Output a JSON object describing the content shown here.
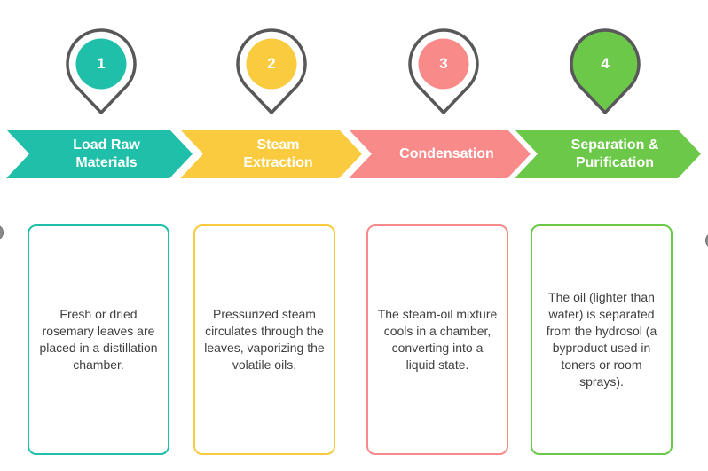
{
  "palette": {
    "teal": "#20BFA9",
    "yellow": "#FACB3E",
    "coral": "#F88A8A",
    "green": "#6CC849",
    "pin_outline": "#58585A",
    "body_text": "#3F3F3F"
  },
  "steps": [
    {
      "number": "1",
      "label": "Load Raw Materials",
      "description": "Fresh or dried rosemary leaves are placed in a distillation chamber.",
      "color": "#20BFA9",
      "pin_style": "outlined"
    },
    {
      "number": "2",
      "label": "Steam Extraction",
      "description": "Pressurized steam circulates through the leaves, vaporizing the volatile oils.",
      "color": "#FACB3E",
      "pin_style": "outlined"
    },
    {
      "number": "3",
      "label": "Condensation",
      "description": "The steam-oil mixture cools in a chamber, converting into a liquid state.",
      "color": "#F88A8A",
      "pin_style": "outlined"
    },
    {
      "number": "4",
      "label": "Separation & Purification",
      "description": "The oil (lighter than water) is separated from the hydrosol (a byproduct used in toners or room sprays).",
      "color": "#6CC849",
      "pin_style": "filled"
    }
  ],
  "edge_icons": {
    "left": "partial-circle-icon",
    "right": "partial-circle-icon"
  }
}
